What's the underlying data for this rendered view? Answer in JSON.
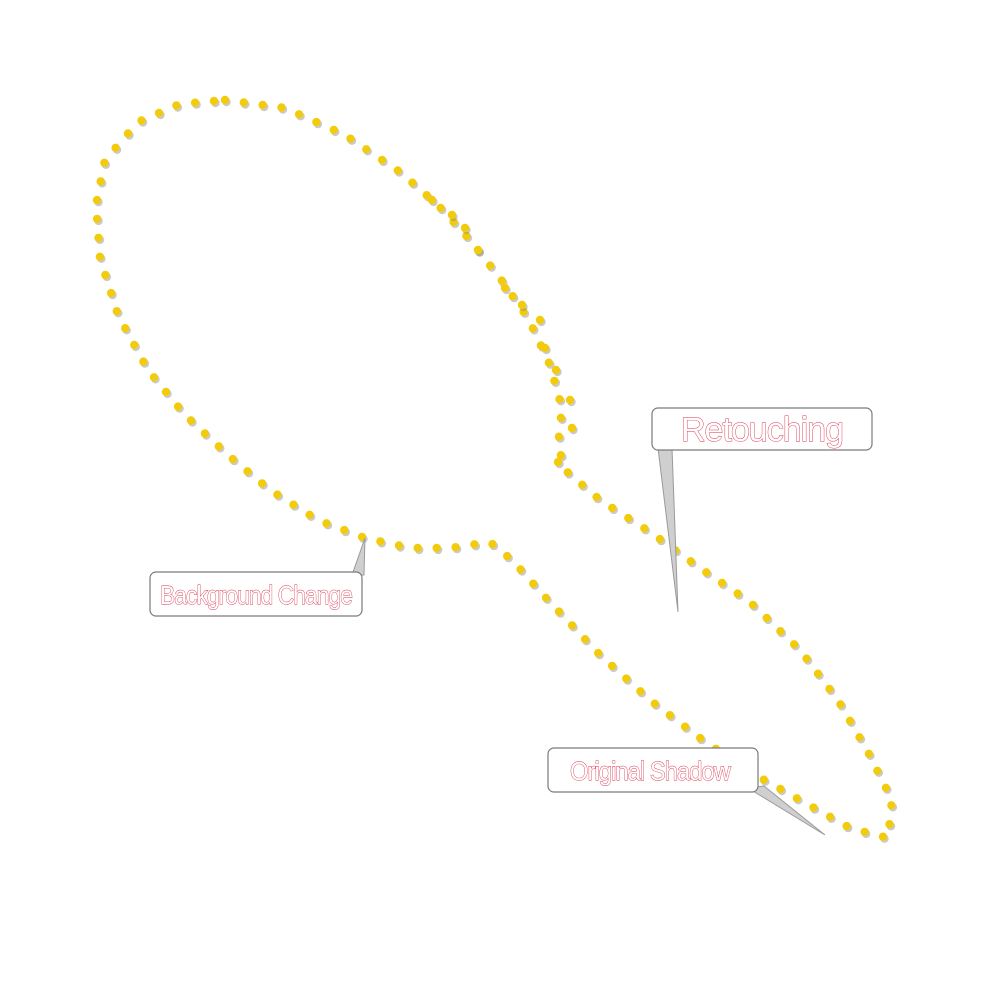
{
  "callouts": {
    "retouching": "Retouching",
    "background_change": "Background Change",
    "original_shadow": "Original Shadow"
  },
  "colors": {
    "dot_fill": "#f2cc0c",
    "dot_shadow": "#8a8a8a",
    "label_stroke": "#d9304a",
    "box_stroke": "#7a7a7a"
  }
}
